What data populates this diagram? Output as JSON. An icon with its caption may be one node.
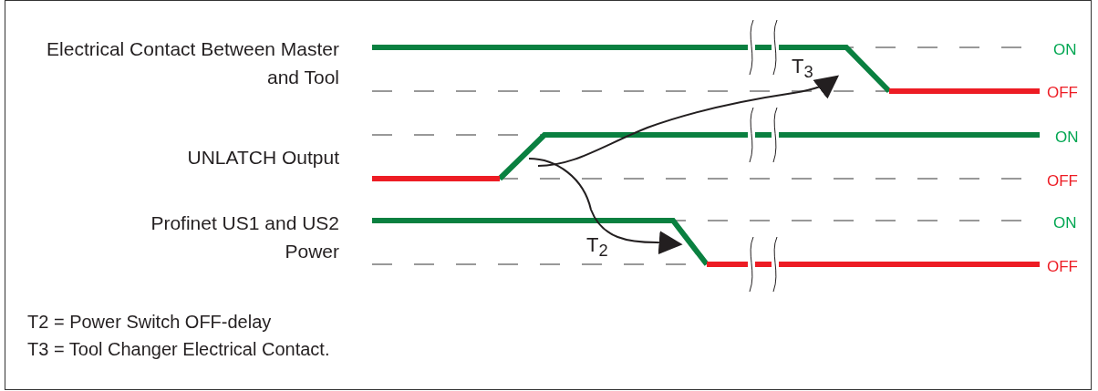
{
  "diagram": {
    "labels": [
      "Electrical Contact Between Master and Tool",
      "ON",
      "T$_{3}$",
      "OFF",
      "UNLATCH Output",
      "ON",
      "OFF",
      "Profinet US1 and US2 Power",
      "ON",
      "T$_{2}$",
      "OFF",
      "T2 = Power Switch OFF-delay",
      "T3 = Tool Changer Electrical Contact."
    ]
  }
}
